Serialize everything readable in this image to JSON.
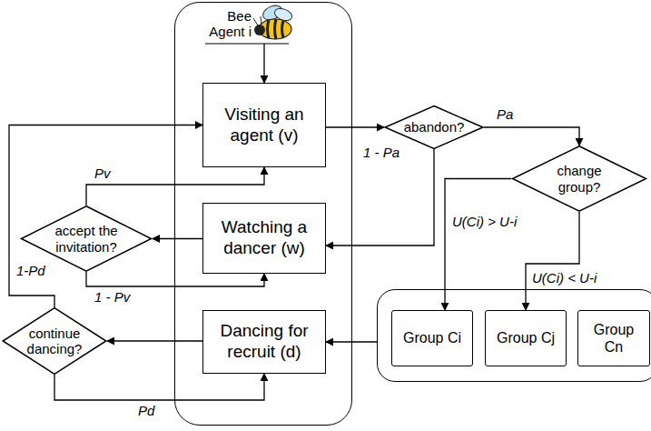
{
  "diagram": {
    "nodes": [
      {
        "text": [
          "Bee Agent i"
        ]
      },
      {
        "text": [
          "Visiting an agent (v)"
        ],
        "in": 0
      },
      {
        "text": [
          "Watching a dancer (w)"
        ],
        "in": 0
      },
      {
        "text": [
          "Dancing for recruit (d)"
        ],
        "in": 0
      },
      {
        "text": [
          "abandon?"
        ]
      },
      {
        "text": [
          "change group?"
        ]
      },
      {
        "text": [
          "accept the invitation?"
        ]
      },
      {
        "text": [
          "continue dancing?"
        ]
      },
      {
        "text": []
      },
      {
        "text": [
          "Group Ci"
        ],
        "in": 8
      },
      {
        "text": [
          "Group Cj"
        ],
        "in": 8
      },
      {
        "text": [
          "Group Cn"
        ],
        "in": 8
      }
    ],
    "edges": [
      {
        "from": 0,
        "to": 1,
        "arrow": "to"
      },
      {
        "from": 1,
        "to": 4,
        "arrow": "to"
      },
      {
        "from": 4,
        "to": 5,
        "label": "Pa",
        "arrow": "to"
      },
      {
        "from": 4,
        "to": 2,
        "label": "1 - Pa",
        "arrow": "to"
      },
      {
        "from": 5,
        "to": 9,
        "label": "U(Ci) > U-i",
        "arrow": "to"
      },
      {
        "from": 5,
        "to": 10,
        "label": "U(Ci) < U-i",
        "arrow": "to"
      },
      {
        "from": 2,
        "to": 6,
        "arrow": "to"
      },
      {
        "from": 6,
        "to": 1,
        "label": "Pv",
        "arrow": "to"
      },
      {
        "from": 6,
        "to": 2,
        "label": "1 - Pv",
        "arrow": "to"
      },
      {
        "from": 8,
        "to": 3,
        "arrow": "to"
      },
      {
        "from": 3,
        "to": 7,
        "arrow": "to"
      },
      {
        "from": 7,
        "to": 1,
        "label": "1-Pd",
        "arrow": "to"
      },
      {
        "from": 7,
        "to": 3,
        "label": "Pd",
        "arrow": "to"
      }
    ]
  }
}
